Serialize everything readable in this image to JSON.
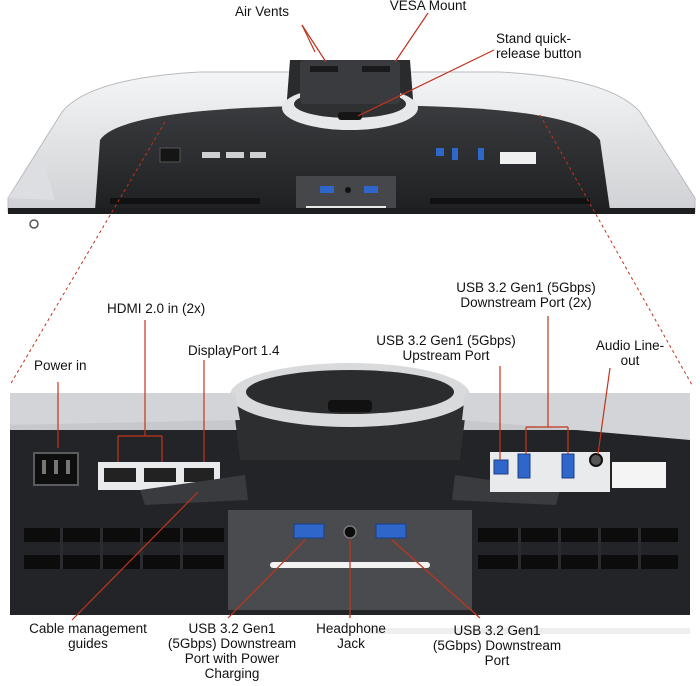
{
  "colors": {
    "leader": "#c0341c",
    "monitor_white": "#e9eaeb",
    "monitor_dark": "#2c2d2f",
    "panel_gray": "#4a4b4e",
    "usb_blue": "#2f66c9"
  },
  "top_labels": {
    "air_vents": "Air Vents",
    "vesa_mount": "VESA Mount",
    "stand_release": "Stand quick-\nrelease button"
  },
  "callouts": {
    "hdmi": "HDMI 2.0 in (2x)",
    "displayport": "DisplayPort 1.4",
    "power_in": "Power in",
    "usb_downstream_2x": "USB 3.2 Gen1 (5Gbps)\nDownstream Port (2x)",
    "usb_upstream": "USB 3.2 Gen1 (5Gbps)\nUpstream Port",
    "audio_line_out": "Audio Line-\nout",
    "cable_guides": "Cable management\nguides",
    "usb_power_charging": "USB 3.2 Gen1\n(5Gbps) Downstream\nPort with Power\nCharging",
    "headphone_jack": "Headphone\nJack",
    "usb_downstream": "USB 3.2 Gen1\n(5Gbps) Downstream\nPort"
  }
}
